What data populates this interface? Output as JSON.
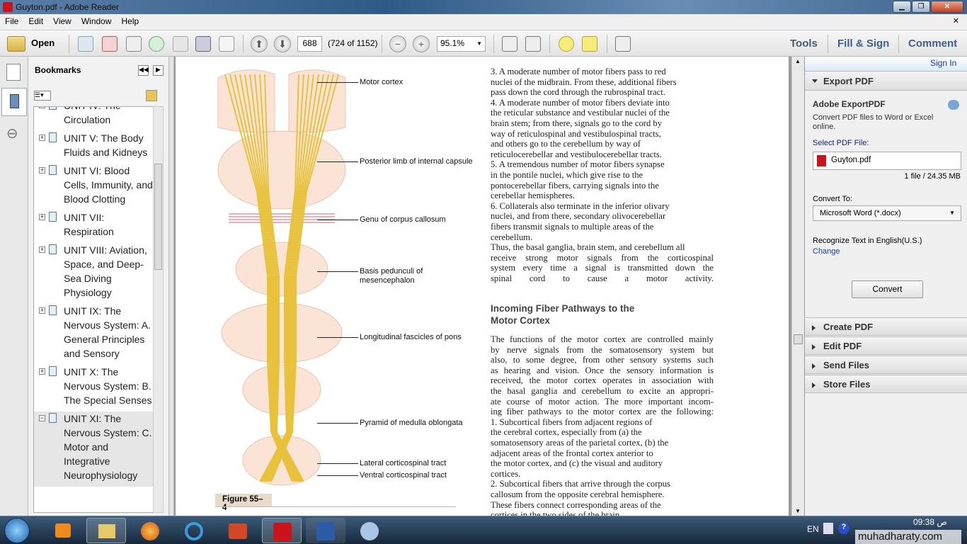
{
  "window": {
    "title": "Guyton.pdf - Adobe Reader"
  },
  "menu": [
    "File",
    "Edit",
    "View",
    "Window",
    "Help"
  ],
  "toolbar": {
    "open": "Open",
    "page_number": "688",
    "page_info": "(724 of 1152)",
    "zoom": "95.1%",
    "tools": "Tools",
    "fill_sign": "Fill & Sign",
    "comment": "Comment"
  },
  "bookmarks": {
    "title": "Bookmarks",
    "items": [
      {
        "label": "UNIT IV: The Circulation",
        "state": "collapsed"
      },
      {
        "label": "UNIT V: The Body Fluids and Kidneys",
        "state": "collapsed"
      },
      {
        "label": "UNIT VI: Blood Cells, Immunity, and Blood Clotting",
        "state": "collapsed"
      },
      {
        "label": "UNIT VII: Respiration",
        "state": "collapsed"
      },
      {
        "label": "UNIT VIII: Aviation, Space, and Deep-Sea Diving Physiology",
        "state": "collapsed"
      },
      {
        "label": "UNIT IX: The Nervous System: A. General Principles and Sensory",
        "state": "collapsed"
      },
      {
        "label": "UNIT X: The Nervous System: B. The Special Senses",
        "state": "collapsed"
      },
      {
        "label": "UNIT XI: The Nervous System: C. Motor and Integrative Neurophysiology",
        "state": "expanded"
      }
    ]
  },
  "figure": {
    "caption": "Figure 55–4",
    "labels": [
      "Motor cortex",
      "Posterior limb of internal capsule",
      "Genu of corpus callosum",
      "Basis pedunculi of mesencephalon",
      "Longitudinal fascicles of pons",
      "Pyramid of medulla oblongata",
      "Lateral corticospinal tract",
      "Ventral corticospinal tract"
    ]
  },
  "document": {
    "lines1": [
      "3.  A moderate number of motor fibers pass to red",
      "      nuclei of the midbrain. From these, additional fibers",
      "      pass down the cord through the rubrospinal tract.",
      "4.  A moderate number of motor fibers deviate into",
      "      the reticular substance and vestibular nuclei of the",
      "      brain stem; from there, signals go to the cord by",
      "      way of reticulospinal and vestibulospinal tracts,",
      "      and others go to the cerebellum by way of",
      "      reticulocerebellar and vestibulocerebellar tracts.",
      "5.  A tremendous number of motor fibers synapse",
      "      in the pontile nuclei, which give rise to the",
      "      pontocerebellar fibers, carrying signals into the",
      "      cerebellar hemispheres.",
      "6.  Collaterals also terminate in the inferior olivary",
      "      nuclei, and from there, secondary olivocerebellar",
      "      fibers transmit signals to multiple areas of the",
      "      cerebellum.",
      "    Thus, the basal ganglia, brain stem, and cerebellum all",
      "receive strong motor signals from the corticospinal",
      "system every time a signal is transmitted down the",
      "spinal cord to cause a motor activity."
    ],
    "heading": [
      "Incoming Fiber Pathways to the",
      "Motor Cortex"
    ],
    "lines2": [
      "The functions of the motor cortex are controlled mainly",
      "by nerve signals from the somatosensory system but",
      "also, to some degree, from other sensory systems such",
      "as hearing and vision. Once the sensory information is",
      "received, the motor cortex operates in association with",
      "the basal ganglia and cerebellum to excite an appropri-",
      "ate course of motor action. The more important incom-",
      "ing fiber pathways to the motor cortex are the following:",
      "1.  Subcortical fibers from adjacent regions of",
      "      the cerebral cortex, especially from (a) the",
      "      somatosensory areas of the parietal cortex, (b) the",
      "      adjacent areas of the frontal cortex anterior to",
      "      the motor cortex, and (c) the visual and auditory",
      "      cortices.",
      "2.  Subcortical fibers that arrive through the corpus",
      "      callosum from the opposite cerebral hemisphere.",
      "      These fibers connect corresponding areas of the",
      "      cortices in the two sides of the brain."
    ]
  },
  "right_panel": {
    "sign_in": "Sign In",
    "export_header": "Export PDF",
    "export_title": "Adobe ExportPDF",
    "export_desc": "Convert PDF files to Word or Excel online.",
    "select_label": "Select PDF File:",
    "file_name": "Guyton.pdf",
    "file_info": "1 file / 24.35 MB",
    "convert_to_label": "Convert To:",
    "convert_to_value": "Microsoft Word (*.docx)",
    "recognize": "Recognize Text in English(U.S.)",
    "change": "Change",
    "convert_button": "Convert",
    "sections": [
      "Create PDF",
      "Edit PDF",
      "Send Files",
      "Store Files"
    ]
  },
  "taskbar": {
    "lang": "EN",
    "time": "09:38",
    "ampm": "ص",
    "watermark": "muhadharaty.com"
  }
}
